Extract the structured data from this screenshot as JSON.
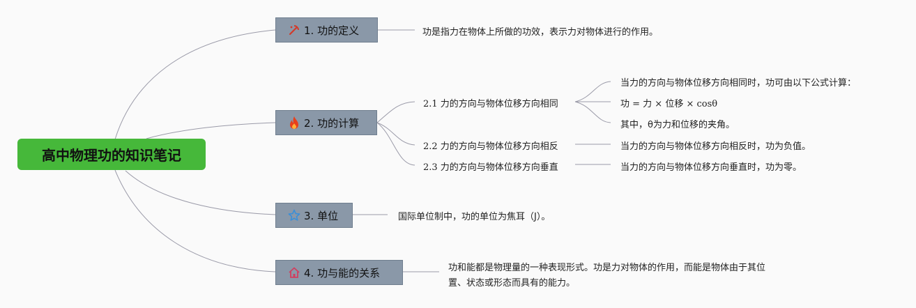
{
  "root": {
    "title": "高中物理功的知识笔记"
  },
  "topics": [
    {
      "label": "1. 功的定义",
      "icon": "pickaxe-icon",
      "note": "功是指力在物体上所做的功效，表示力对物体进行的作用。"
    },
    {
      "label": "2. 功的计算",
      "icon": "fire-icon"
    },
    {
      "label": "3. 单位",
      "icon": "star-icon",
      "note": "国际单位制中，功的单位为焦耳（J）。"
    },
    {
      "label": "4. 功与能的关系",
      "icon": "house-icon",
      "note_line1": "功和能都是物理量的一种表现形式。功是力对物体的作用，而能是物体由于其位",
      "note_line2": "置、状态或形态而具有的能力。"
    }
  ],
  "calc": {
    "sub1": {
      "label": "2.1 力的方向与物体位移方向相同",
      "leaves": [
        "当力的方向与物体位移方向相同时，功可由以下公式计算：",
        "功 = 力 × 位移 × cosθ",
        "其中，θ为力和位移的夹角。"
      ]
    },
    "sub2": {
      "label": "2.2 力的方向与物体位移方向相反",
      "leaf": "当力的方向与物体位移方向相反时，功为负值。"
    },
    "sub3": {
      "label": "2.3 力的方向与物体位移方向垂直",
      "leaf": "当力的方向与物体位移方向垂直时，功为零。"
    }
  },
  "colors": {
    "root": "#46b83a",
    "topic": "#8a98a8",
    "line": "#9a9aa8",
    "pickaxe": "#d23a2a",
    "fire": "#e8401c",
    "star": "#3a8fd8",
    "house": "#d04060"
  }
}
